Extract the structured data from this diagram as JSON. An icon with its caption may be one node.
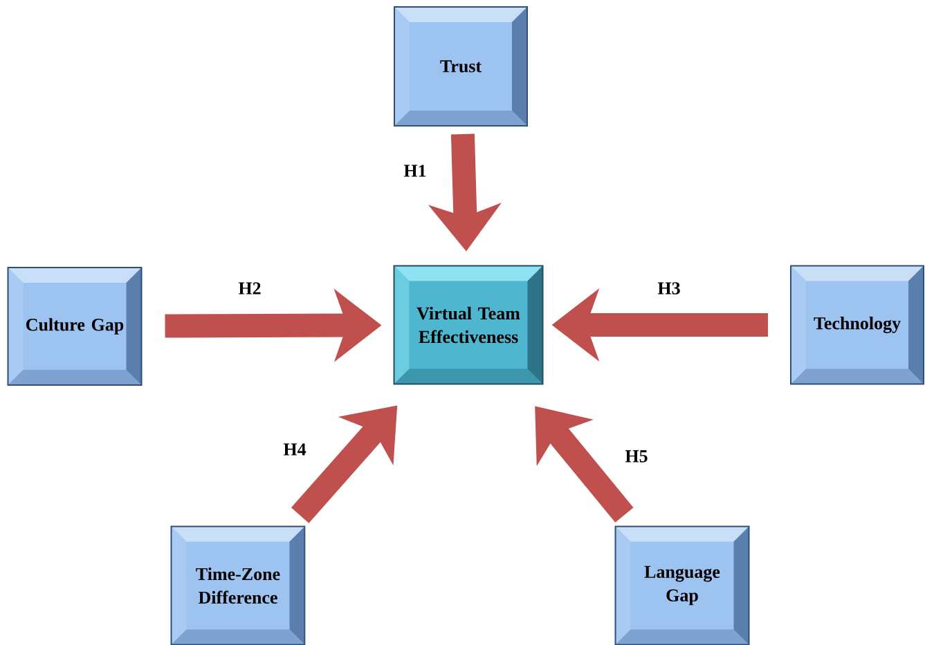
{
  "diagram": {
    "nodes": [
      {
        "text": [
          "Trust"
        ]
      },
      {
        "text": [
          "Culture Gap"
        ]
      },
      {
        "text": [
          "Virtual Team Effectiveness"
        ]
      },
      {
        "text": [
          "Technology"
        ]
      },
      {
        "text": [
          "Time-Zone Difference"
        ]
      },
      {
        "text": [
          "Language Gap"
        ]
      }
    ],
    "edges": [
      {
        "from": 0,
        "to": 2,
        "arrow": "to",
        "label": "H1"
      },
      {
        "from": 1,
        "to": 2,
        "arrow": "to",
        "label": "H2"
      },
      {
        "from": 3,
        "to": 2,
        "arrow": "to",
        "label": "H3"
      },
      {
        "from": 4,
        "to": 2,
        "arrow": "to",
        "label": "H4"
      },
      {
        "from": 5,
        "to": 2,
        "arrow": "to",
        "label": "H5"
      }
    ]
  }
}
